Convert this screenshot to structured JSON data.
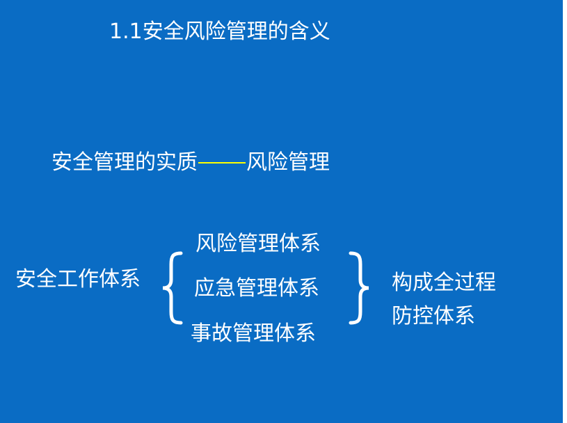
{
  "slide": {
    "title": "1.1安全风险管理的含义",
    "essence": {
      "left": "安全管理的实质",
      "right": "风险管理"
    },
    "system_label": "安全工作体系",
    "subsystems": [
      "风险管理体系",
      "应急管理体系",
      "事故管理体系"
    ],
    "result": {
      "line1": "构成全过程",
      "line2": "防控体系"
    },
    "colors": {
      "background": "#0a6cc4",
      "text": "#ffffff",
      "dash": "#ffff00"
    }
  }
}
